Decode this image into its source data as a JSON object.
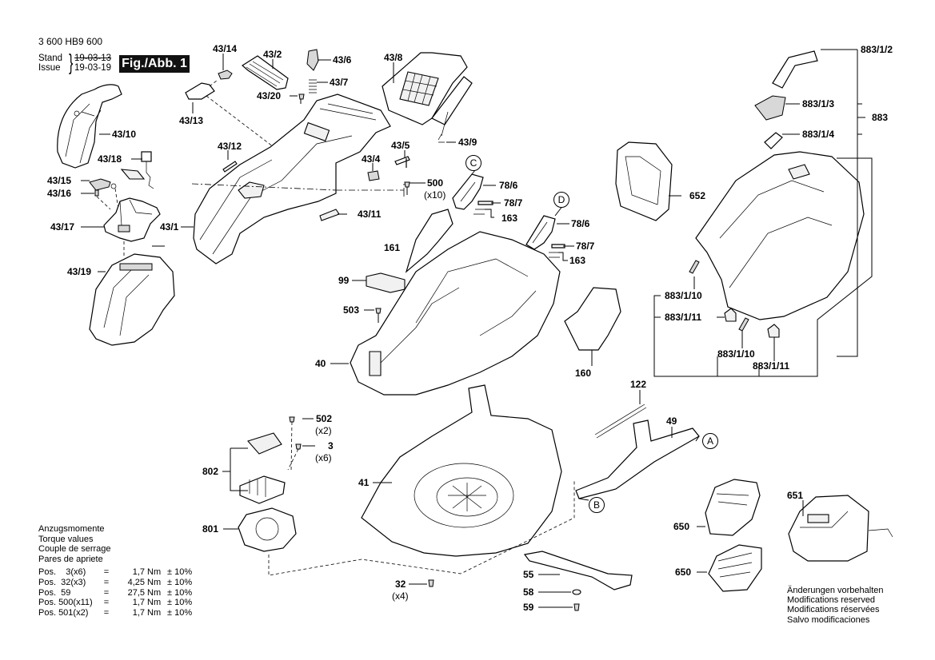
{
  "header": {
    "document_number": "3 600 HB9 600",
    "stand_label": "Stand",
    "issue_label": "Issue",
    "old_date": "19-03-13",
    "new_date": "19-03-19",
    "figure_label": "Fig./Abb. 1"
  },
  "parts": {
    "p43_14": "43/14",
    "p43_2": "43/2",
    "p43_6": "43/6",
    "p43_8": "43/8",
    "p43_7": "43/7",
    "p43_20": "43/20",
    "p43_13": "43/13",
    "p43_10": "43/10",
    "p43_12": "43/12",
    "p43_18": "43/18",
    "p43_9": "43/9",
    "p43_5": "43/5",
    "p43_4": "43/4",
    "p43_15": "43/15",
    "p43_16": "43/16",
    "p500": "500",
    "p500_qty": "(x10)",
    "p78_6_c": "78/6",
    "p78_7_c": "78/7",
    "p163_c": "163",
    "p78_6_d": "78/6",
    "p78_7_d": "78/7",
    "p163_d": "163",
    "p43_17": "43/17",
    "p43_1": "43/1",
    "p43_11": "43/11",
    "p161": "161",
    "p43_19": "43/19",
    "p99": "99",
    "p503": "503",
    "p40": "40",
    "p160": "160",
    "p652": "652",
    "p883_1_2": "883/1/2",
    "p883_1_3": "883/1/3",
    "p883": "883",
    "p883_1_4": "883/1/4",
    "p883_1_10_a": "883/1/10",
    "p883_1_11_a": "883/1/11",
    "p883_1_10_b": "883/1/10",
    "p883_1_11_b": "883/1/11",
    "p122": "122",
    "p49": "49",
    "p502": "502",
    "p502_qty": "(x2)",
    "p3": "3",
    "p3_qty": "(x6)",
    "p802": "802",
    "p41": "41",
    "p801": "801",
    "p32": "32",
    "p32_qty": "(x4)",
    "p55": "55",
    "p58": "58",
    "p59": "59",
    "p650_a": "650",
    "p650_b": "650",
    "p651": "651"
  },
  "reference_marks": {
    "A": "A",
    "B": "B",
    "C": "C",
    "D": "D"
  },
  "torque": {
    "headings": [
      "Anzugsmomente",
      "Torque values",
      "Couple de serrage",
      "Pares de apriete"
    ],
    "rows": [
      {
        "pos": "Pos.    3(x6)",
        "eq": "=",
        "value": "1,7",
        "unit": "Nm",
        "tol": "± 10%"
      },
      {
        "pos": "Pos.  32(x3)",
        "eq": "=",
        "value": "4,25",
        "unit": "Nm",
        "tol": "± 10%"
      },
      {
        "pos": "Pos.  59",
        "eq": "=",
        "value": "27,5",
        "unit": "Nm",
        "tol": "± 10%"
      },
      {
        "pos": "Pos. 500(x11)",
        "eq": "=",
        "value": "1,7",
        "unit": "Nm",
        "tol": "± 10%"
      },
      {
        "pos": "Pos. 501(x2)",
        "eq": "=",
        "value": "1,7",
        "unit": "Nm",
        "tol": "± 10%"
      }
    ]
  },
  "modifications_notice": [
    "Änderungen vorbehalten",
    "Modifications reserved",
    "Modifications réservées",
    "Salvo modificaciones"
  ]
}
